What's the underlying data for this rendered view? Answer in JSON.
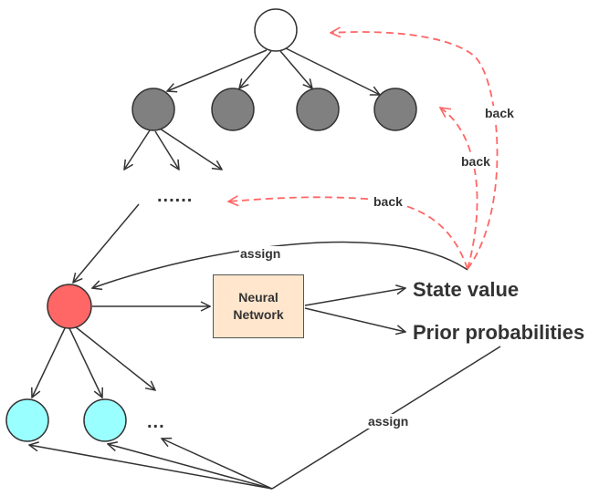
{
  "colors": {
    "root_node": "#ffffff",
    "expanded_node": "#808080",
    "selected_node": "#ff6666",
    "child_node": "#99ffff",
    "network_box": "#ffe6cc",
    "edge": "#333333",
    "backup_edge": "#ff6666"
  },
  "edge_labels": {
    "back_top": "back",
    "back_mid": "back",
    "back_low": "back",
    "assign_value": "assign",
    "assign_prior": "assign"
  },
  "network": {
    "line1": "Neural",
    "line2": "Network"
  },
  "outputs": {
    "state_value": "State value",
    "prior_probabilities": "Prior probabilities"
  },
  "ellipsis": {
    "middle": "......",
    "children": "..."
  }
}
